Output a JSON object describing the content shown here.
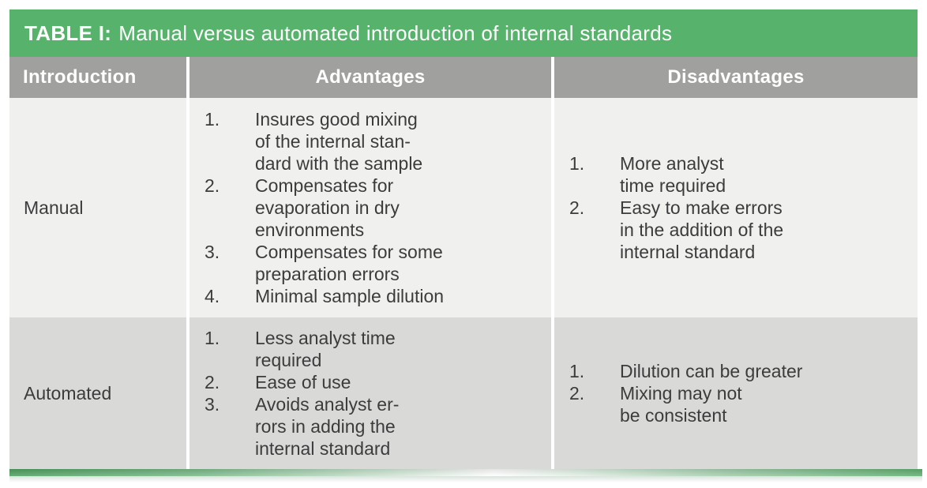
{
  "title": {
    "label": "TABLE I:",
    "text": "Manual versus automated introduction of internal standards"
  },
  "columns": {
    "introduction": "Introduction",
    "advantages": "Advantages",
    "disadvantages": "Disadvantages"
  },
  "rows": [
    {
      "introduction": "Manual",
      "advantages": [
        {
          "num": "1.",
          "text": "Insures good mixing\nof the internal stan-\ndard with the sample"
        },
        {
          "num": "2.",
          "text": "Compensates for\nevaporation in dry\nenvironments"
        },
        {
          "num": "3.",
          "text": "Compensates for some\npreparation errors"
        },
        {
          "num": "4.",
          "text": "Minimal sample dilution"
        }
      ],
      "disadvantages": [
        {
          "num": "1.",
          "text": "More analyst\ntime required"
        },
        {
          "num": "2.",
          "text": "Easy to make errors\nin the addition of the\ninternal standard"
        }
      ]
    },
    {
      "introduction": "Automated",
      "advantages": [
        {
          "num": "1.",
          "text": "Less analyst time\nrequired"
        },
        {
          "num": "2.",
          "text": "Ease of use"
        },
        {
          "num": "3.",
          "text": "Avoids analyst er-\nrors in adding the\ninternal standard"
        }
      ],
      "disadvantages": [
        {
          "num": "1.",
          "text": "Dilution can be greater"
        },
        {
          "num": "2.",
          "text": "Mixing may not\nbe consistent"
        }
      ]
    }
  ],
  "colors": {
    "accent_green": "#57b36c",
    "header_gray": "#a0a09f",
    "row_light": "#f0f0ef",
    "row_dark": "#d9d9d8",
    "header_text": "#ffffff",
    "body_text": "#3c3c3c"
  }
}
